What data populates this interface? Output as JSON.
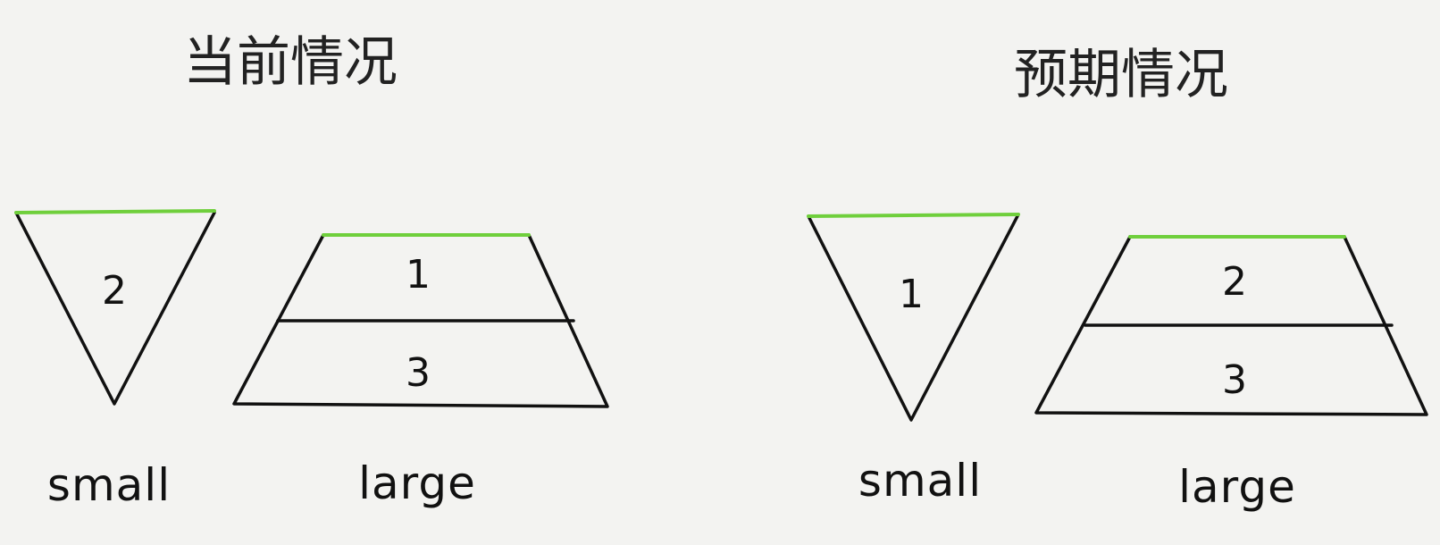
{
  "colors": {
    "background": "#f3f3f1",
    "stroke": "#111111",
    "top_edge": "#6fcf3c"
  },
  "current": {
    "title": "当前情况",
    "small": {
      "number": "2",
      "caption": "small"
    },
    "large": {
      "top_number": "1",
      "bottom_number": "3",
      "caption": "large"
    }
  },
  "expected": {
    "title": "预期情况",
    "small": {
      "number": "1",
      "caption": "small"
    },
    "large": {
      "top_number": "2",
      "bottom_number": "3",
      "caption": "large"
    }
  }
}
